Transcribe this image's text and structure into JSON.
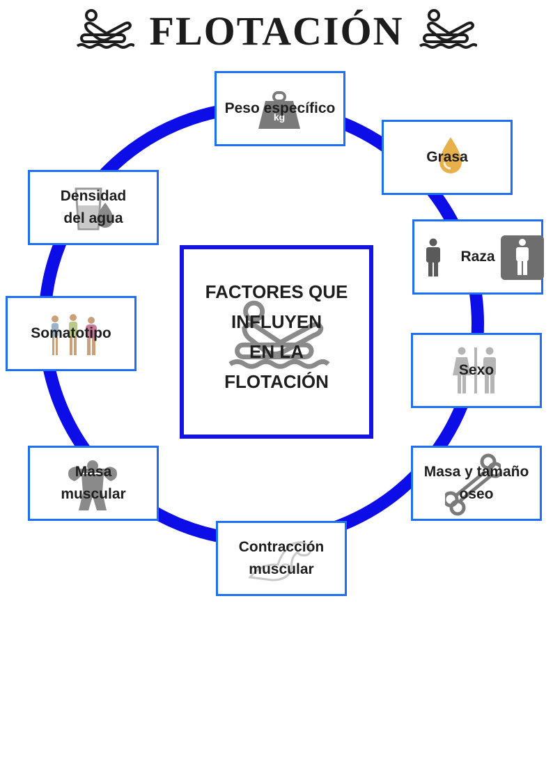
{
  "title": "FLOTACIÓN",
  "center_label": [
    "FACTORES QUE",
    "INFLUYEN",
    "EN LA",
    "FLOTACIÓN"
  ],
  "factors": {
    "peso": "Peso específico",
    "grasa": "Grasa",
    "raza": "Raza",
    "sexo": "Sexo",
    "osea": [
      "Masa y tamaño",
      "oseo"
    ],
    "contraccion": [
      "Contracción",
      "muscular"
    ],
    "masa": [
      "Masa",
      "muscular"
    ],
    "somatotipo": "Somatotipo",
    "densidad": [
      "Densidad",
      "del agua"
    ]
  },
  "colors": {
    "ring": "#0d0de8",
    "center_border": "#1414e0",
    "box_border": "#1f6ff5",
    "text": "#1e1e1e",
    "icon_gray": "#7a7a7a",
    "drop_gold": "#e8b04a"
  },
  "icons": {
    "title": "swimmer-floating-icon",
    "center": "swimmer-floating-icon",
    "peso": "weight-icon",
    "grasa": "oil-drop-icon",
    "raza": "person-icons",
    "sexo": "restroom-icon",
    "osea": "bone-icon",
    "contraccion": "flexed-arm-icon",
    "masa": "muscle-body-icon",
    "somatotipo": "body-types-icon",
    "densidad": "water-glass-icon"
  }
}
